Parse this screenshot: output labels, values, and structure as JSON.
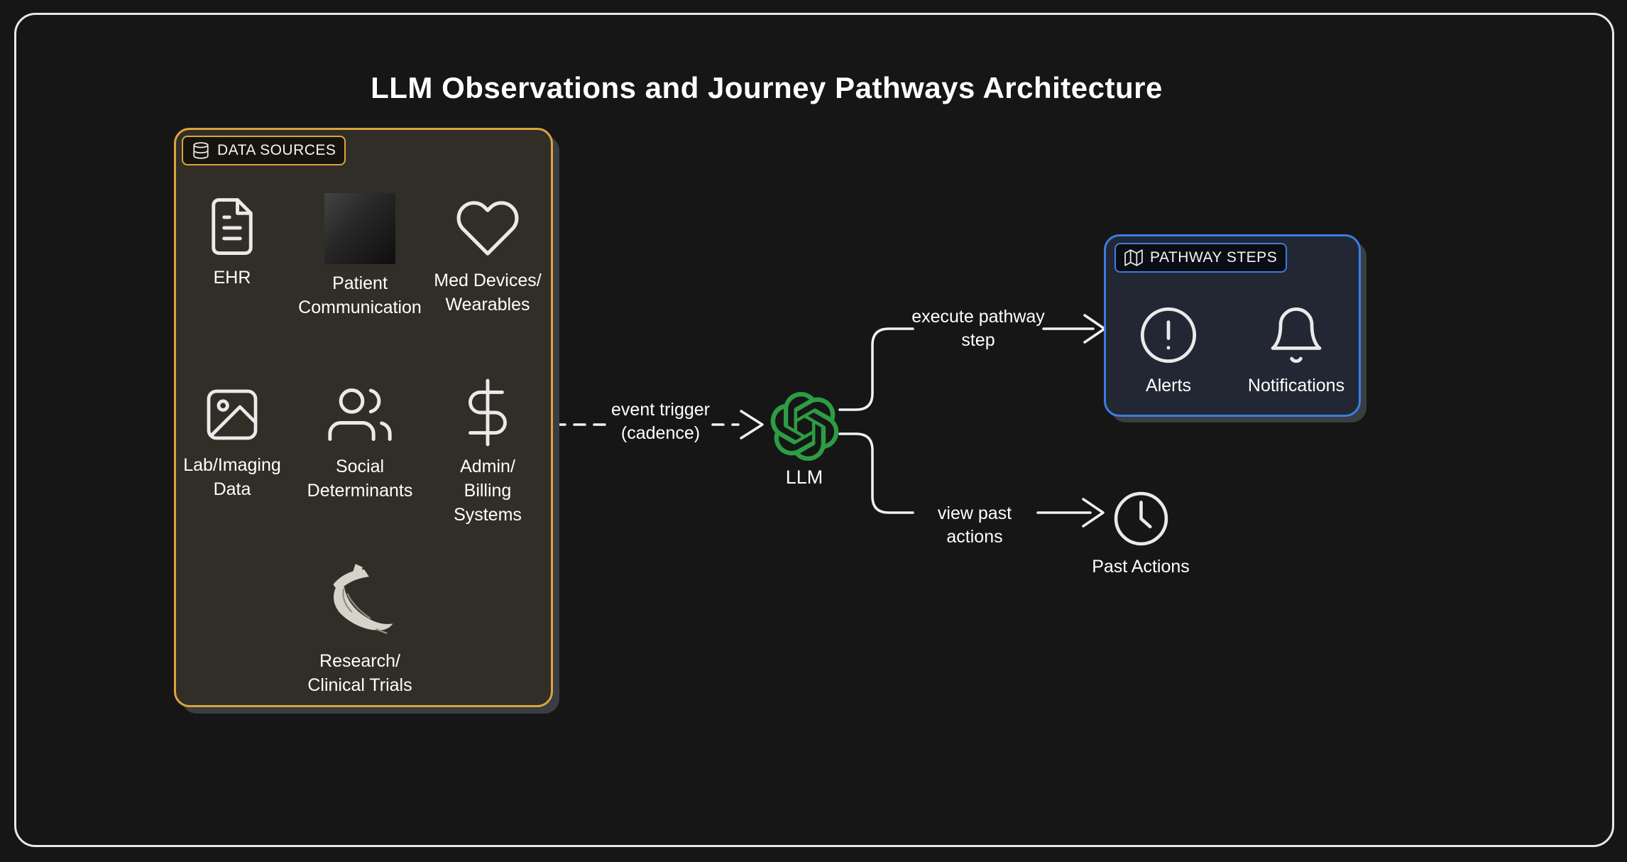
{
  "title": "LLM Observations and Journey Pathways Architecture",
  "colors": {
    "background": "#161616",
    "frame_border": "#e8e8e8",
    "data_sources_border": "#dda33c",
    "data_sources_bg": "#312e27",
    "pathway_border": "#3c7de3",
    "pathway_bg": "#222733",
    "llm_green": "#2d9c44",
    "line_white": "#f2f2f2",
    "shadow": "#3a3d41"
  },
  "data_sources": {
    "label": "DATA SOURCES",
    "icon": "database-icon",
    "nodes": [
      {
        "id": "ehr",
        "label": "EHR",
        "icon": "document-icon"
      },
      {
        "id": "patient-communication",
        "label": "Patient\nCommunication",
        "icon": "image-placeholder"
      },
      {
        "id": "med-devices",
        "label": "Med Devices/\nWearables",
        "icon": "heart-icon"
      },
      {
        "id": "lab-imaging",
        "label": "Lab/Imaging\nData",
        "icon": "image-icon"
      },
      {
        "id": "social-determinants",
        "label": "Social\nDeterminants",
        "icon": "people-icon"
      },
      {
        "id": "admin-billing",
        "label": "Admin/\nBilling\nSystems",
        "icon": "dollar-icon"
      },
      {
        "id": "research",
        "label": "Research/\nClinical Trials",
        "icon": "horn-sketch-icon"
      }
    ]
  },
  "llm": {
    "label": "LLM",
    "icon": "openai-logo"
  },
  "edges": {
    "event_trigger": {
      "label": "event trigger\n(cadence)"
    },
    "execute": {
      "label": "execute pathway\nstep"
    },
    "view_past": {
      "label": "view past actions"
    }
  },
  "pathway_steps": {
    "label": "PATHWAY STEPS",
    "icon": "map-icon",
    "nodes": [
      {
        "id": "alerts",
        "label": "Alerts",
        "icon": "alert-circle-icon"
      },
      {
        "id": "notifications",
        "label": "Notifications",
        "icon": "bell-icon"
      }
    ]
  },
  "past_actions": {
    "label": "Past Actions",
    "icon": "clock-icon"
  }
}
